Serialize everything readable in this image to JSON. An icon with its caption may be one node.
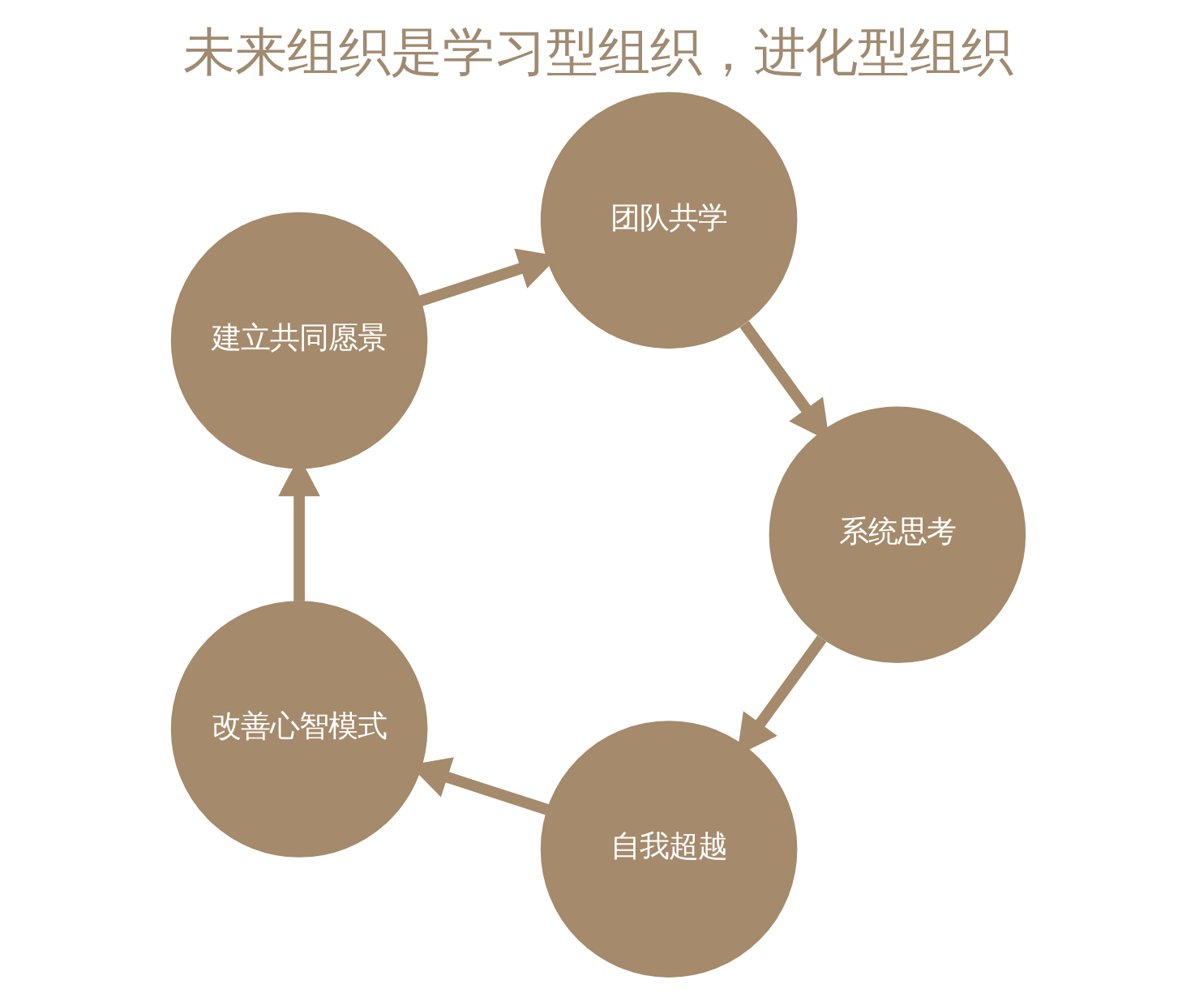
{
  "diagram": {
    "title": "未来组织是学习型组织，进化型组织",
    "nodes": [
      {
        "text": [
          "自我超越"
        ]
      },
      {
        "text": [
          "改善心智模式"
        ]
      },
      {
        "text": [
          "建立共同愿景"
        ]
      },
      {
        "text": [
          "团队共学"
        ]
      },
      {
        "text": [
          "系统思考"
        ]
      }
    ],
    "edges": [
      {
        "from": 0,
        "to": 1,
        "arrow": "to"
      },
      {
        "from": 1,
        "to": 2,
        "arrow": "to"
      },
      {
        "from": 2,
        "to": 3,
        "arrow": "to"
      },
      {
        "from": 3,
        "to": 4,
        "arrow": "to"
      },
      {
        "from": 4,
        "to": 0,
        "arrow": "to"
      }
    ]
  }
}
